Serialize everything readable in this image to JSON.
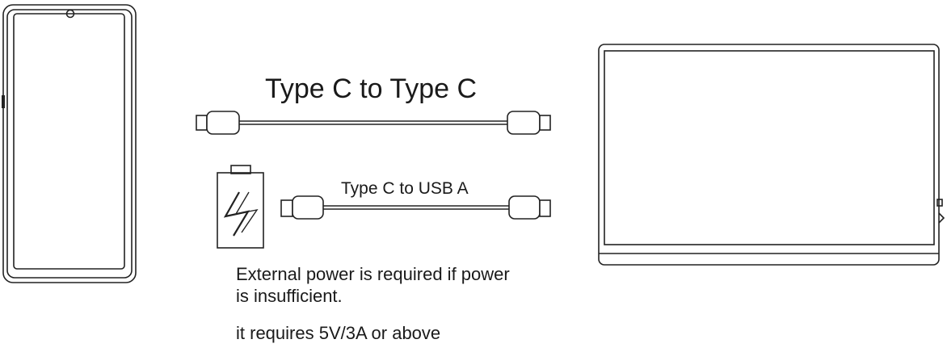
{
  "labels": {
    "cable_c_to_c": "Type C to Type C",
    "cable_c_to_a": "Type C to USB A",
    "power_note_line1": "External power is required if power",
    "power_note_line2": "is insufficient.",
    "power_requirement": "it requires 5V/3A or above"
  },
  "icons": {
    "phone": "smartphone-icon",
    "monitor": "portable-monitor-icon",
    "battery": "battery-charging-icon",
    "cable": "usb-cable-icon"
  }
}
